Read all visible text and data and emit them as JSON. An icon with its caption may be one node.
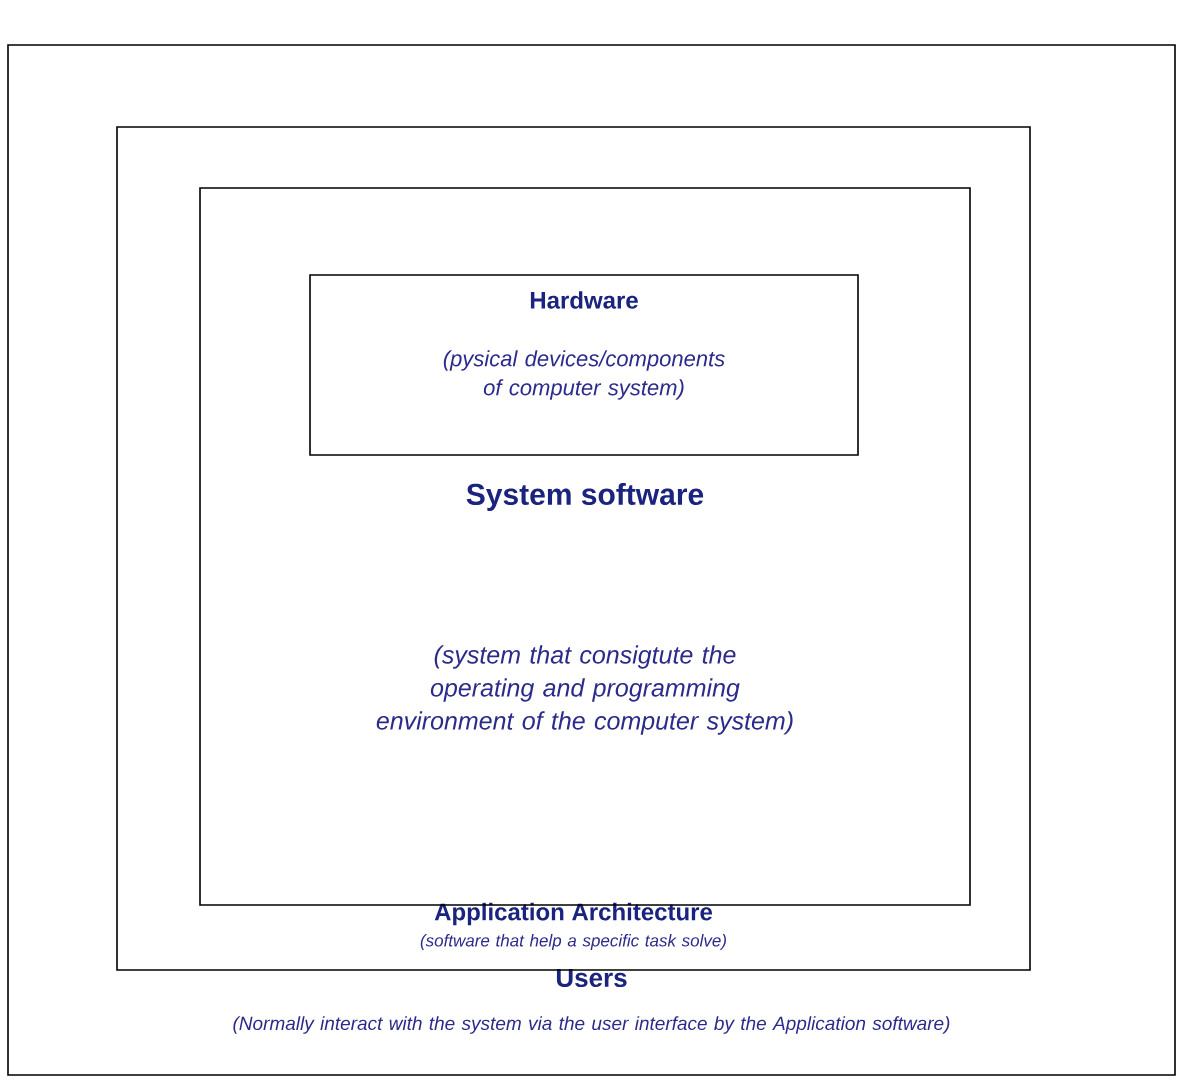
{
  "diagram": {
    "nodes": [
      {
        "text": [
          "Users",
          "(Normally interact with the system via the user interface by the Application software)"
        ]
      },
      {
        "text": [
          "Application Architecture",
          "(software that help a specific task solve)"
        ],
        "in": 0
      },
      {
        "text": [
          "System software",
          "(system that consigtute the operating and programming environment of the computer system)"
        ],
        "in": 1
      },
      {
        "text": [
          "Hardware",
          "(pysical devices/components of computer system)"
        ],
        "in": 2
      }
    ]
  }
}
